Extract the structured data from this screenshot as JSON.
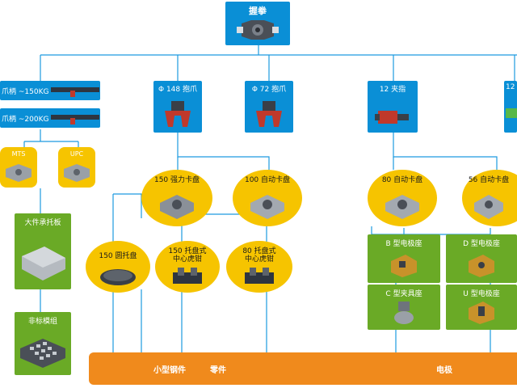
{
  "root": {
    "label": "握拳"
  },
  "row1": {
    "handle_150": "爪柄 ~150KG",
    "handle_200": "爪柄 ~200KG",
    "phi148": "Φ 148 抱爪",
    "phi72": "Φ 72 抱爪",
    "clamp12": "12 夹指",
    "clamp12b": "12"
  },
  "left": {
    "mts": "MTS",
    "upc": "UPC",
    "pallet": "大件承托板",
    "module": "非标模组"
  },
  "chucks": {
    "c150_power": "150 强力卡盘",
    "c100_auto": "100 自动卡盘",
    "c80_auto": "80 自动卡盘",
    "c56_auto": "56 自动卡盘",
    "c150_round_line1": "150 圆托盘",
    "c150_tray_line1": "150 托盘式",
    "c150_tray_line2": "中心虎钳",
    "c80_tray_line1": "80 托盘式",
    "c80_tray_line2": "中心虎钳"
  },
  "electrodes": {
    "b": "B 型电极座",
    "d": "D 型电极座",
    "c": "C 型夹具座",
    "u": "U 型电极座"
  },
  "bottom": {
    "small_steel": "小型钢件",
    "parts": "零件",
    "electrode": "电极"
  },
  "colors": {
    "blue": "#0a8fd6",
    "yellow": "#f6c400",
    "green": "#6aaa26",
    "orange": "#f08a1c"
  }
}
